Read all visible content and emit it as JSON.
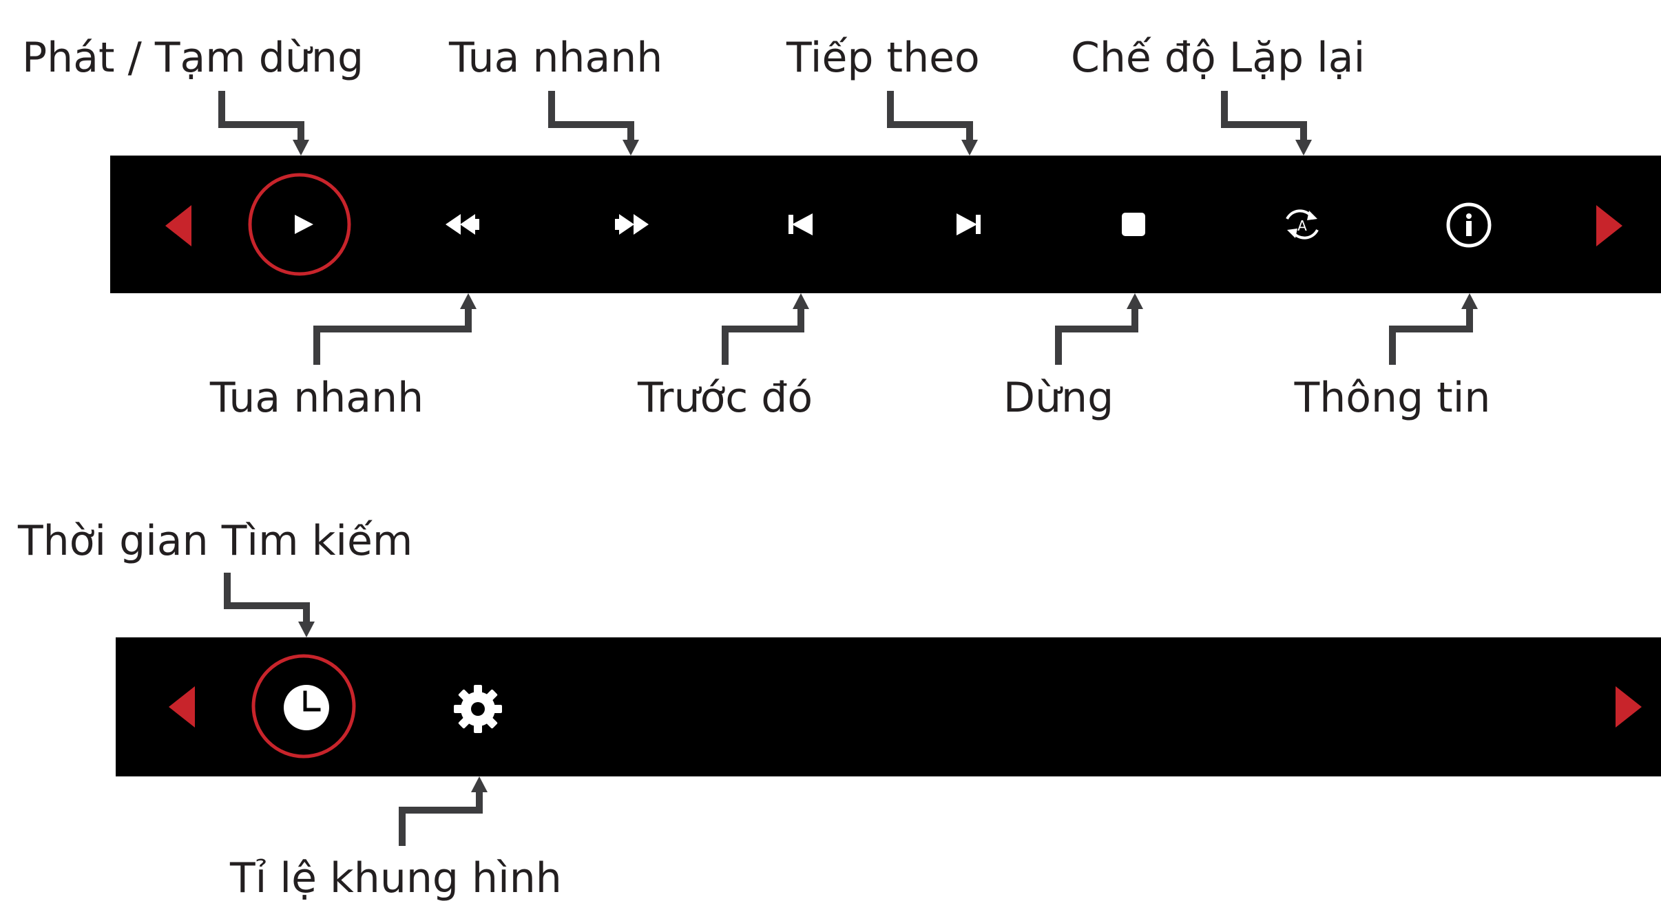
{
  "colors": {
    "bar_background": "#000000",
    "accent_red": "#c8242b",
    "icon_white": "#ffffff",
    "label_text": "#231f20",
    "connector": "#3d3d3f"
  },
  "top_bar": {
    "labels_above": {
      "play_pause": "Phát / Tạm dừng",
      "fast_forward": "Tua nhanh",
      "next": "Tiếp theo",
      "repeat_mode": "Chế độ Lặp lại"
    },
    "labels_below": {
      "rewind": "Tua nhanh",
      "previous": "Trước đó",
      "stop": "Dừng",
      "info": "Thông tin"
    },
    "icons": [
      "nav-left-icon",
      "play-icon",
      "rewind-icon",
      "fast-forward-icon",
      "previous-icon",
      "next-icon",
      "stop-icon",
      "repeat-icon",
      "info-icon",
      "nav-right-icon"
    ],
    "selected": "play-icon"
  },
  "bottom_bar": {
    "labels_above": {
      "time_search": "Thời gian Tìm kiếm"
    },
    "labels_below": {
      "aspect_ratio": "Tỉ lệ khung hình"
    },
    "icons": [
      "nav-left-icon",
      "clock-icon",
      "gear-icon",
      "nav-right-icon"
    ],
    "selected": "clock-icon"
  }
}
